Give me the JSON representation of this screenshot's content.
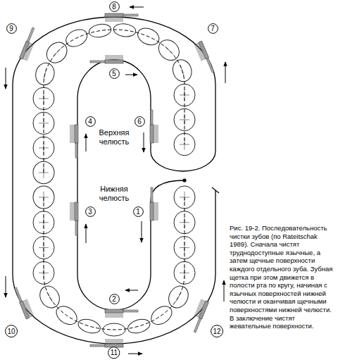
{
  "diagram": {
    "caption": "Рис. 19-2. Последовательность чистки зубов (по Rateitschak 1989). Сначала чистят труднодоступные язычные, а затем щечные поверхности каждого отдельного зуба. Зубная щетка при этом движется в полости рта по кругу, начиная с язычных поверхностей нижней челюсти и оканчивая щечными поверхностями нижней челюсти. В заключение чистят жевательные поверхности.",
    "nodes": [
      {
        "text": [
          "1"
        ]
      },
      {
        "text": [
          "2"
        ]
      },
      {
        "text": [
          "3"
        ]
      },
      {
        "text": [
          "4"
        ]
      },
      {
        "text": [
          "5"
        ]
      },
      {
        "text": [
          "6"
        ]
      },
      {
        "text": [
          "7"
        ]
      },
      {
        "text": [
          "8"
        ]
      },
      {
        "text": [
          "9"
        ]
      },
      {
        "text": [
          "10"
        ]
      },
      {
        "text": [
          "11"
        ]
      },
      {
        "text": [
          "12"
        ]
      }
    ],
    "labels": [
      "Верхняя челюсть",
      "Нижняя челюсть"
    ]
  }
}
